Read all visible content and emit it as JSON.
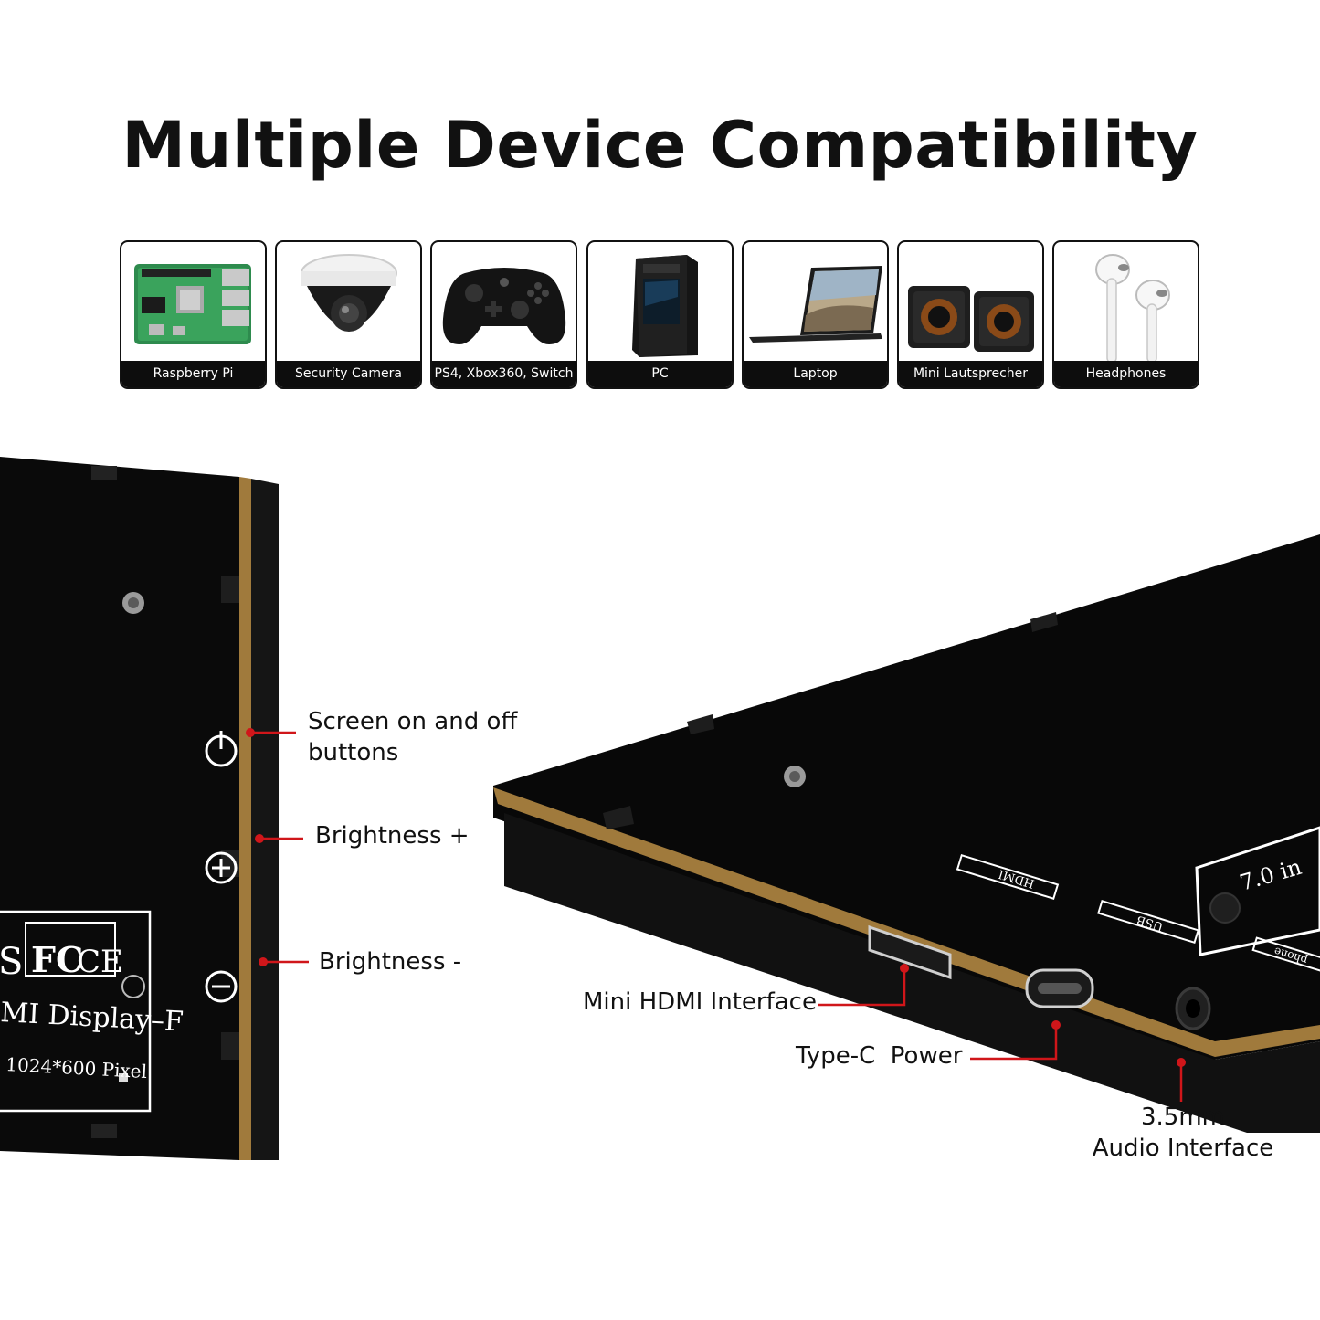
{
  "title": "Multiple Device Compatibility",
  "devices": [
    {
      "label": "Raspberry Pi",
      "icon": "raspberry-pi-board-icon"
    },
    {
      "label": "Security Camera",
      "icon": "dome-camera-icon"
    },
    {
      "label": "PS4, Xbox360, Switch",
      "icon": "gamepad-icon"
    },
    {
      "label": "PC",
      "icon": "pc-tower-icon"
    },
    {
      "label": "Laptop",
      "icon": "laptop-icon"
    },
    {
      "label": "Mini Lautsprecher",
      "icon": "speakers-icon"
    },
    {
      "label": "Headphones",
      "icon": "earphones-icon"
    }
  ],
  "callouts": {
    "power_button": "Screen on and off buttons",
    "brightness_up": "Brightness +",
    "brightness_down": "Brightness -",
    "mini_hdmi": "Mini HDMI Interface",
    "type_c": "Type-C  Power",
    "audio_line1": "3.5mm",
    "audio_line2": "Audio Interface"
  },
  "pcb_print": {
    "model": "MI Display–F",
    "resolution": "1024*600 Pixel",
    "cert1": "FC",
    "cert2": "CE",
    "cert_left": "S",
    "size_print": "7.0 in",
    "hdmi_silk": "HDMI",
    "usb_silk": "USB",
    "phone_silk": "phone"
  },
  "colors": {
    "pcb": "#0b0b0b",
    "edge_gold": "#a07a3c",
    "callout_red": "#d0161a"
  }
}
